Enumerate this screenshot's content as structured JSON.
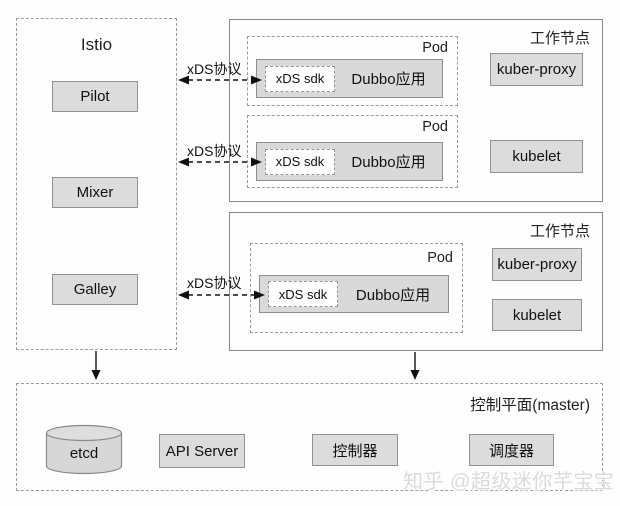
{
  "istio": {
    "title": "Istio",
    "components": [
      {
        "label": "Pilot"
      },
      {
        "label": "Mixer"
      },
      {
        "label": "Galley"
      }
    ]
  },
  "worker_nodes": [
    {
      "title": "工作节点",
      "pods": [
        {
          "label": "Pod",
          "sdk": "xDS sdk",
          "app": "Dubbo应用"
        },
        {
          "label": "Pod",
          "sdk": "xDS sdk",
          "app": "Dubbo应用"
        }
      ],
      "components": [
        {
          "label": "kuber-proxy"
        },
        {
          "label": "kubelet"
        }
      ]
    },
    {
      "title": "工作节点",
      "pods": [
        {
          "label": "Pod",
          "sdk": "xDS sdk",
          "app": "Dubbo应用"
        }
      ],
      "components": [
        {
          "label": "kuber-proxy"
        },
        {
          "label": "kubelet"
        }
      ]
    }
  ],
  "control_plane": {
    "title": "控制平面(master)",
    "components": [
      {
        "label": "etcd",
        "shape": "cylinder"
      },
      {
        "label": "API Server"
      },
      {
        "label": "控制器"
      },
      {
        "label": "调度器"
      }
    ]
  },
  "arrows": [
    {
      "label": "xDS协议"
    },
    {
      "label": "xDS协议"
    },
    {
      "label": "xDS协议"
    }
  ],
  "watermark": "知乎 @超级迷你芊宝宝",
  "colors": {
    "box_fill": "#dcdcdc",
    "box_border": "#8f8f8f",
    "dashed_border": "#9c9c9c",
    "arrow": "#111111",
    "watermark": "#dbdbdb"
  }
}
